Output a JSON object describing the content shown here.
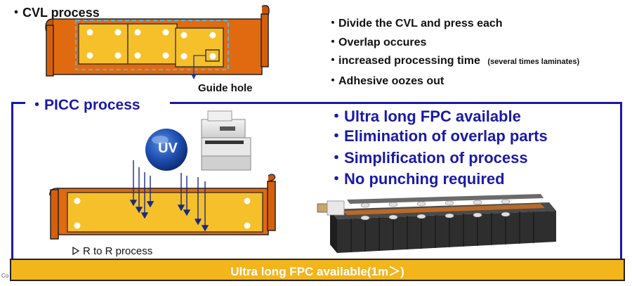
{
  "cvl": {
    "title": "・CVL process",
    "bullets": [
      "・Divide the CVL and press each",
      "・Overlap occures",
      "・increased processing time",
      "・Adhesive oozes out"
    ],
    "time_note": "(several times laminates)",
    "guide_label": "Guide hole"
  },
  "picc": {
    "title": "・PICC process",
    "uv_label": "UV",
    "bullets": [
      "・Ultra long FPC available",
      "・Elimination of overlap parts",
      "・Simplification of process",
      "・No punching required"
    ],
    "rr_label": "R to R process"
  },
  "footer": {
    "banner": "Ultra long FPC available(1m＞)",
    "corner": "Co"
  },
  "colors": {
    "blue_text": "#1a1aa6",
    "orange_film": "#e06a10",
    "yellow_panel": "#f6c02a",
    "banner": "#f2b51c"
  }
}
